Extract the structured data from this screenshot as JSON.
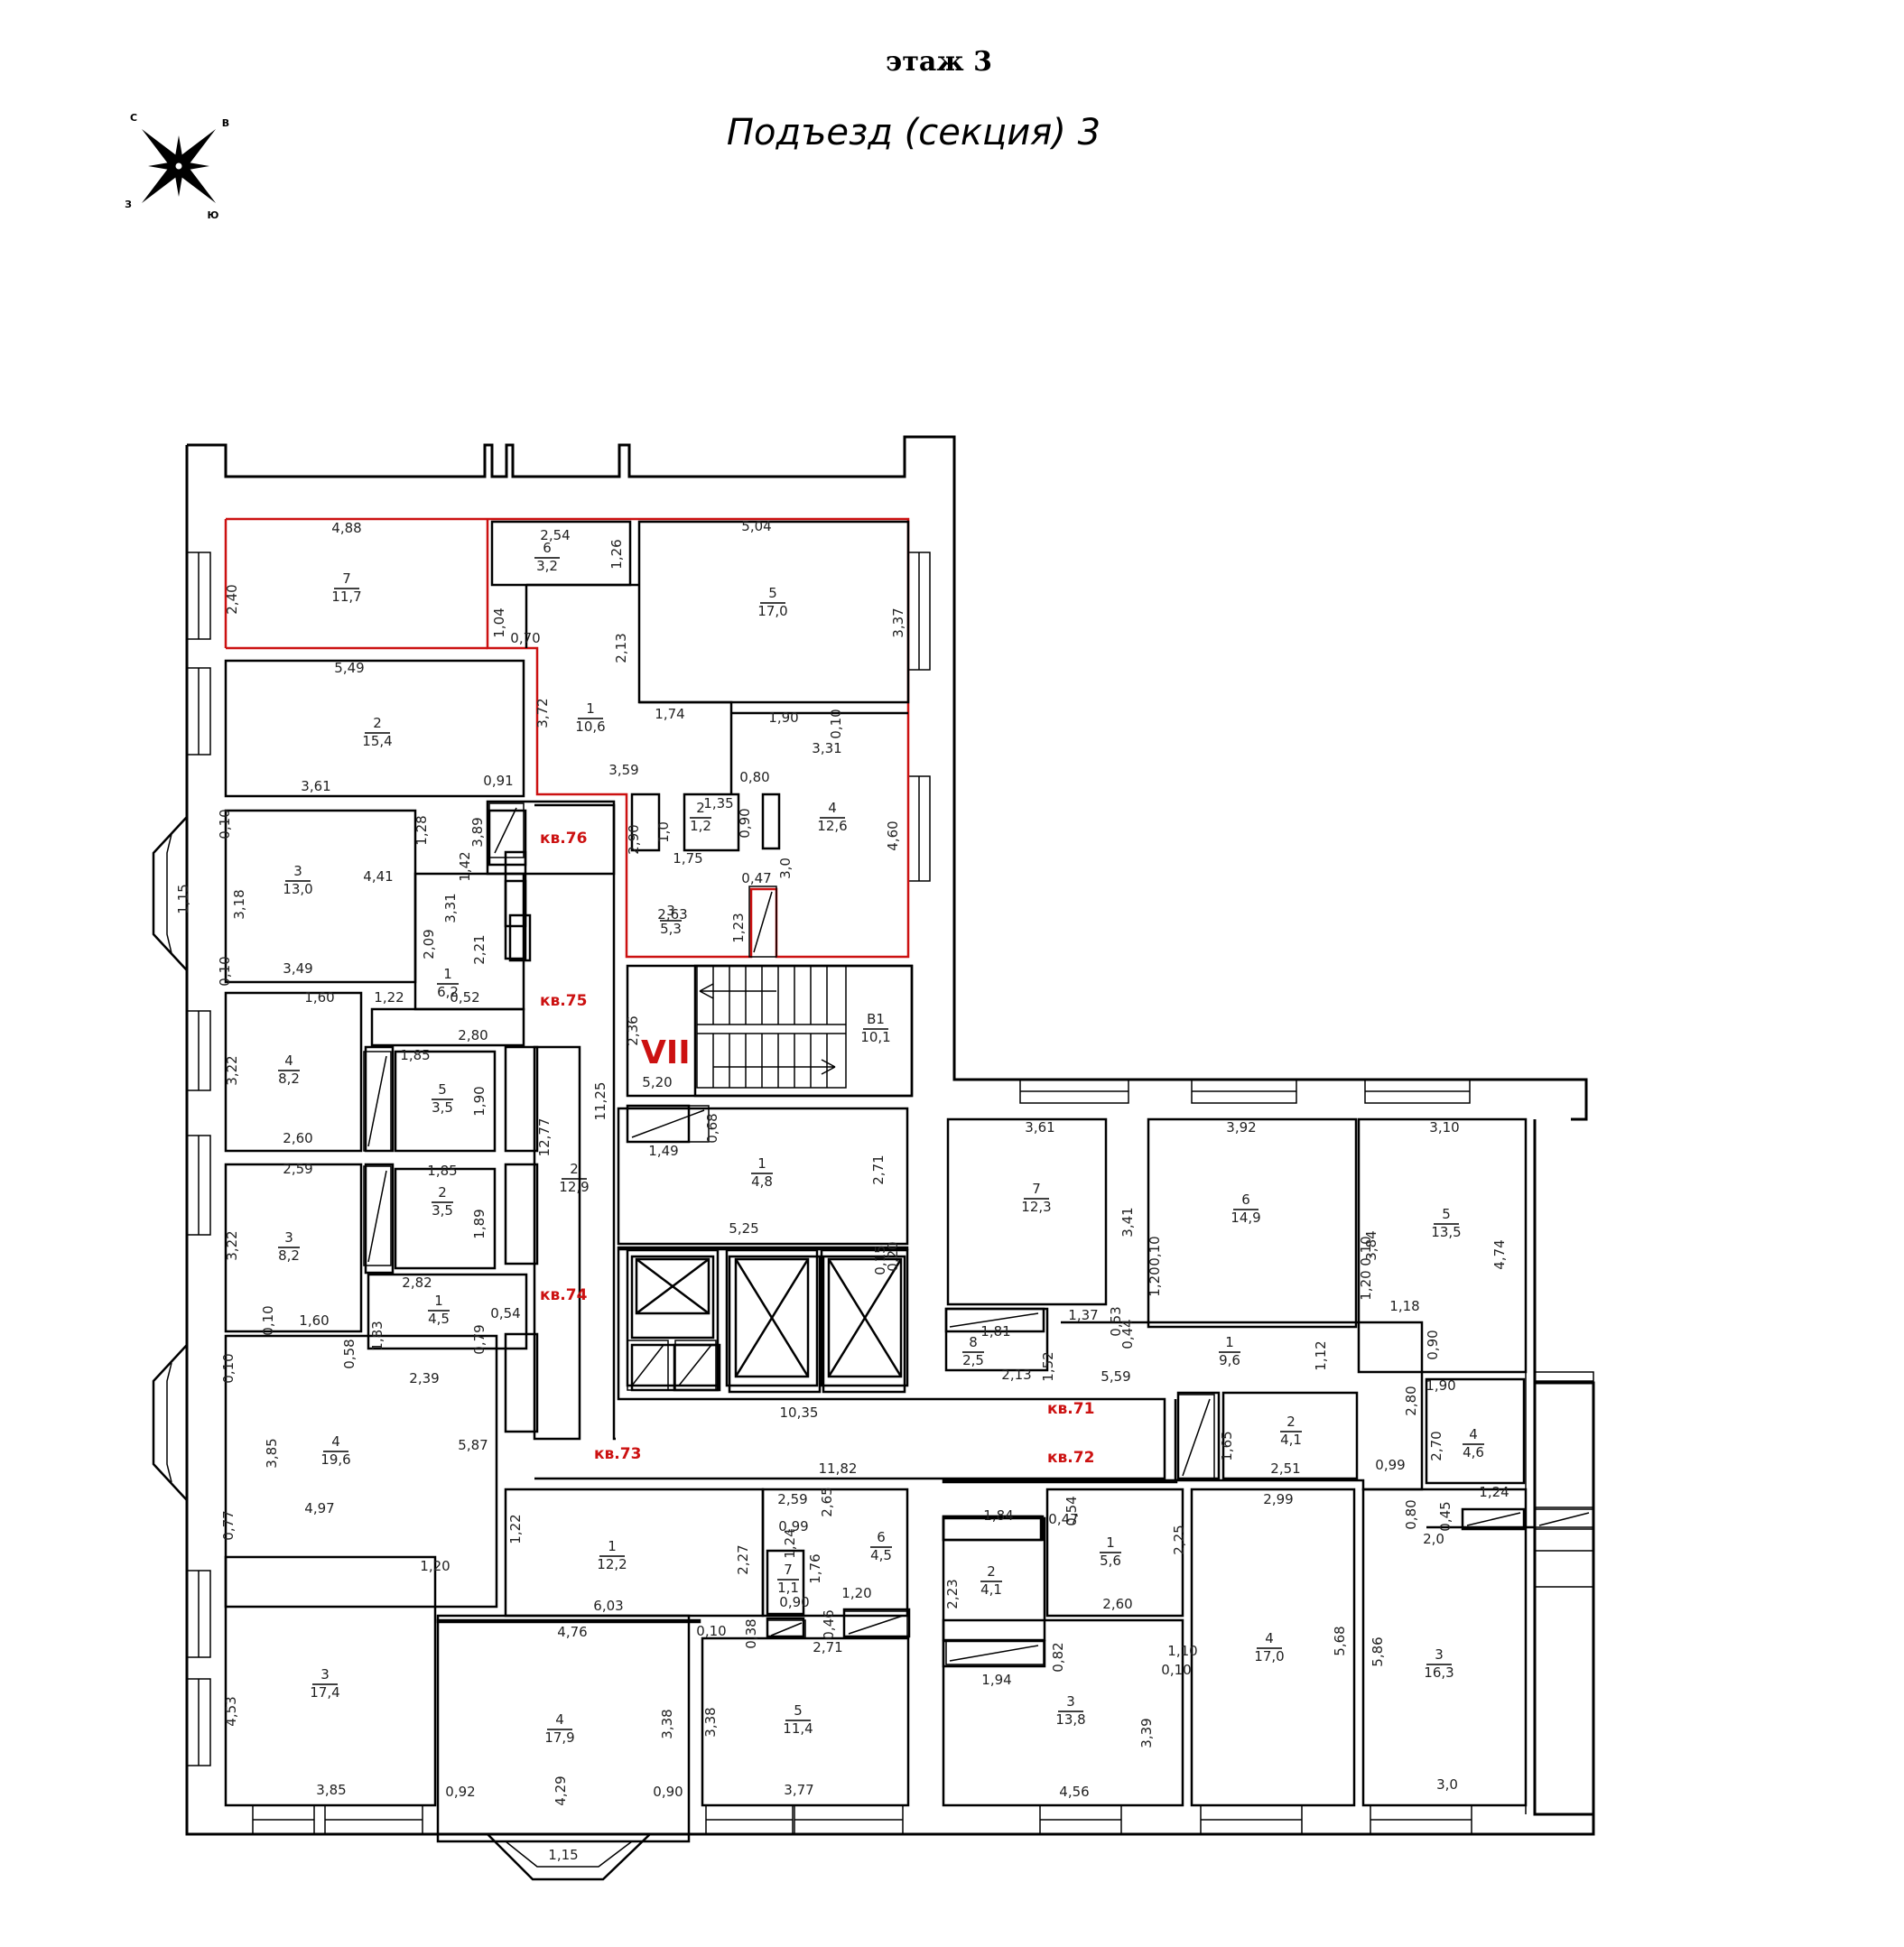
{
  "floor_title": "этаж 3",
  "section_title": "Подъезд (секция) 3",
  "roman": "VII",
  "compass": {
    "icon": "compass-rose-icon",
    "letters": [
      "С",
      "В",
      "З",
      "Ю"
    ]
  },
  "colors": {
    "highlight": "#cc1111",
    "lines": "#000000"
  },
  "apartments": [
    "кв.76",
    "кв.75",
    "кв.74",
    "кв.73",
    "кв.71",
    "кв.72"
  ],
  "rooms": [
    {
      "n": "7",
      "a": "11,7"
    },
    {
      "n": "6",
      "a": "3,2"
    },
    {
      "n": "5",
      "a": "17,0"
    },
    {
      "n": "1",
      "a": "10,6"
    },
    {
      "n": "2",
      "a": "15,4"
    },
    {
      "n": "4",
      "a": "12,6"
    },
    {
      "n": "2",
      "a": "1,2"
    },
    {
      "n": "3",
      "a": "5,3"
    },
    {
      "n": "3",
      "a": "13,0"
    },
    {
      "n": "1",
      "a": "6,2"
    },
    {
      "n": "В1",
      "a": "10,1"
    },
    {
      "n": "4",
      "a": "8,2"
    },
    {
      "n": "5",
      "a": "3,5"
    },
    {
      "n": "3",
      "a": "8,2"
    },
    {
      "n": "2",
      "a": "3,5"
    },
    {
      "n": "2",
      "a": "12,9"
    },
    {
      "n": "1",
      "a": "4,8"
    },
    {
      "n": "1",
      "a": "4,5"
    },
    {
      "n": "4",
      "a": "19,6"
    },
    {
      "n": "7",
      "a": "12,3"
    },
    {
      "n": "6",
      "a": "14,9"
    },
    {
      "n": "5",
      "a": "13,5"
    },
    {
      "n": "8",
      "a": "2,5"
    },
    {
      "n": "1",
      "a": "9,6"
    },
    {
      "n": "2",
      "a": "4,1"
    },
    {
      "n": "4",
      "a": "4,6"
    },
    {
      "n": "1",
      "a": "12,2"
    },
    {
      "n": "6",
      "a": "4,5"
    },
    {
      "n": "7",
      "a": "1,1"
    },
    {
      "n": "3",
      "a": "17,4"
    },
    {
      "n": "4",
      "a": "17,9"
    },
    {
      "n": "5",
      "a": "11,4"
    },
    {
      "n": "2",
      "a": "4,1"
    },
    {
      "n": "1",
      "a": "5,6"
    },
    {
      "n": "3",
      "a": "13,8"
    },
    {
      "n": "4",
      "a": "17,0"
    },
    {
      "n": "3",
      "a": "16,3"
    }
  ],
  "dims": [
    "4,88",
    "2,40",
    "2,54",
    "1,26",
    "5,04",
    "3,37",
    "1,04",
    "0,70",
    "2,13",
    "5,49",
    "3,72",
    "1,74",
    "3,59",
    "3,61",
    "0,91",
    "1,90",
    "0,10",
    "3,31",
    "0,80",
    "4,60",
    "2,90",
    "1,0",
    "1,35",
    "0,90",
    "1,75",
    "2,63",
    "0,47",
    "3,0",
    "1,23",
    "0,10",
    "1,28",
    "3,89",
    "1,42",
    "4,41",
    "1,15",
    "3,18",
    "3,31",
    "2,09",
    "2,21",
    "0,10",
    "3,49",
    "1,60",
    "1,22",
    "0,52",
    "2,36",
    "5,20",
    "2,80",
    "1,85",
    "1,90",
    "3,22",
    "2,60",
    "12,77",
    "11,25",
    "0,68",
    "1,49",
    "2,71",
    "2,59",
    "1,85",
    "3,22",
    "1,89",
    "5,25",
    "0,15",
    "0,20",
    "2,82",
    "0,10",
    "1,60",
    "1,83",
    "0,54",
    "0,79",
    "0,10",
    "0,58",
    "2,39",
    "3,85",
    "5,87",
    "0,77",
    "4,97",
    "10,35",
    "11,82",
    "3,61",
    "3,41",
    "3,92",
    "3,84",
    "3,10",
    "4,74",
    "0,10",
    "0,10",
    "1,20",
    "1,20",
    "1,37",
    "0,53",
    "0,44",
    "1,18",
    "0,90",
    "1,81",
    "2,13",
    "1,52",
    "5,59",
    "1,12",
    "2,80",
    "1,65",
    "1,90",
    "2,70",
    "0,99",
    "2,51",
    "1,24",
    "0,80",
    "0,45",
    "2,0",
    "1,22",
    "2,59",
    "0,99",
    "2,65",
    "1,20",
    "2,27",
    "1,24",
    "1,76",
    "6,03",
    "0,90",
    "1,20",
    "4,76",
    "0,10",
    "0,38",
    "0,46",
    "2,71",
    "3,38",
    "3,38",
    "4,53",
    "3,85",
    "0,92",
    "4,29",
    "0,90",
    "1,15",
    "3,77",
    "1,84",
    "0,47",
    "0,54",
    "2,25",
    "2,23",
    "2,60",
    "1,94",
    "0,82",
    "1,10",
    "0,10",
    "3,39",
    "4,56",
    "2,99",
    "5,68",
    "5,86",
    "3,0"
  ]
}
